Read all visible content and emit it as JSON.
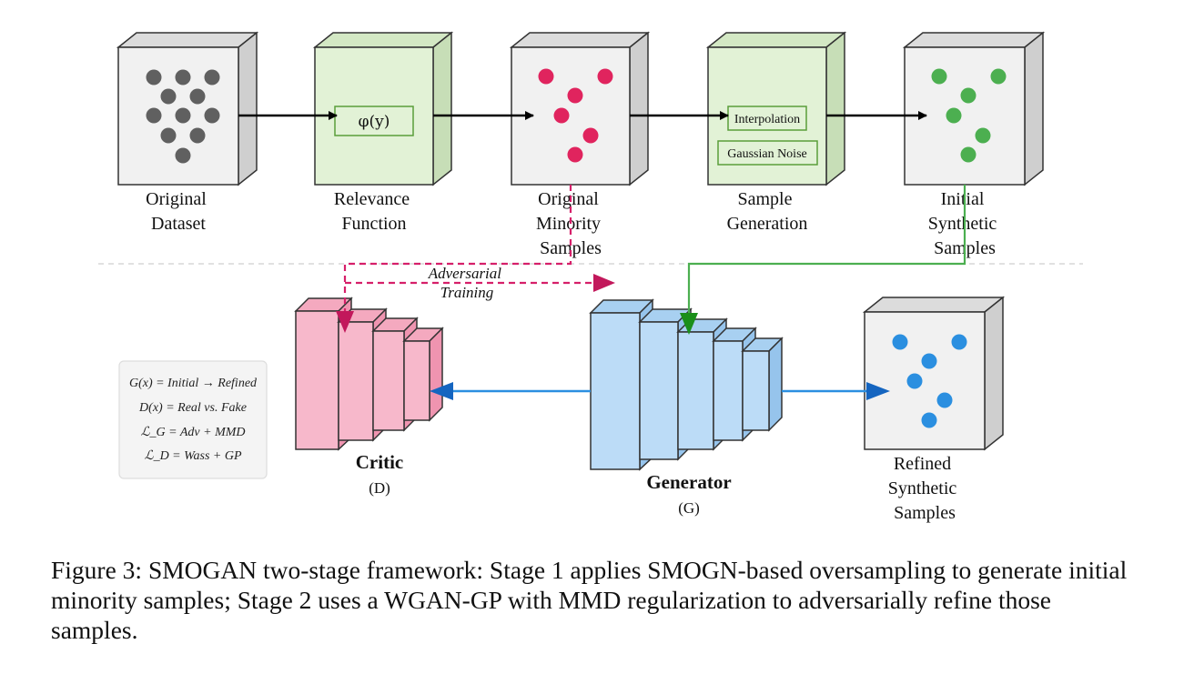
{
  "pipeline": {
    "original_dataset": [
      "Original",
      "Dataset"
    ],
    "relevance_function": [
      "Relevance",
      "Function"
    ],
    "phi_label": "φ(y)",
    "original_minority": [
      "Original",
      "Minority",
      "Samples"
    ],
    "sample_generation": [
      "Sample",
      "Generation"
    ],
    "interpolation_label": "Interpolation",
    "gaussian_noise_label": "Gaussian Noise",
    "initial_synthetic": [
      "Initial",
      "Synthetic",
      "Samples"
    ]
  },
  "adversarial": [
    "Adversarial",
    "Training"
  ],
  "critic": {
    "name": "Critic",
    "symbol": "(D)"
  },
  "generator": {
    "name": "Generator",
    "symbol": "(G)"
  },
  "refined": [
    "Refined",
    "Synthetic",
    "Samples"
  ],
  "equations": [
    "G(x) = Initial → Refined",
    "D(x) = Real vs. Fake",
    "ℒ_G = Adv + MMD",
    "ℒ_D = Wass + GP"
  ],
  "caption": "Figure 3: SMOGAN two-stage framework: Stage 1 applies SMOGN-based oversampling to generate initial minority samples; Stage 2 uses a WGAN-GP with MMD regularization to adversarially refine those samples.",
  "colors": {
    "gray_dot": "#606060",
    "minority_dot": "#e0245e",
    "synthetic_dot": "#4caf50",
    "refined_dot": "#2b8fe0",
    "critic_fill": "#f7b8cb",
    "generator_fill": "#bcdcf7",
    "green_box": "#e2f2d6",
    "magenta_arrow": "#d6206a",
    "green_arrow": "#4caf50",
    "blue_arrow": "#2b8fe0"
  }
}
